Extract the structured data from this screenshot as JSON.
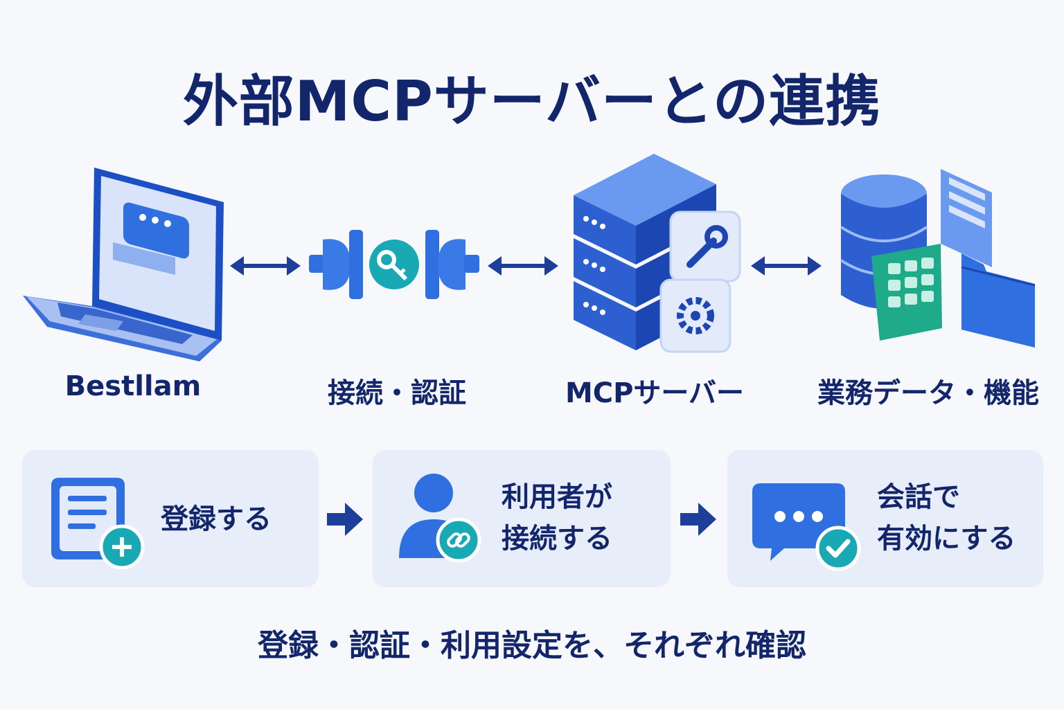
{
  "title": "外部MCPサーバーとの連携",
  "nodes": [
    {
      "label": "Bestllam",
      "icon": "laptop-chat-icon"
    },
    {
      "label": "接続・認証",
      "icon": "plug-key-icon"
    },
    {
      "label": "MCPサーバー",
      "icon": "server-tools-icon"
    },
    {
      "label": "業務データ・機能",
      "icon": "database-docs-icon"
    }
  ],
  "steps": [
    {
      "text": "登録する",
      "icon": "document-add-icon"
    },
    {
      "text": "利用者が\n接続する",
      "icon": "user-link-icon"
    },
    {
      "text": "会話で\n有効にする",
      "icon": "chat-check-icon"
    }
  ],
  "footer": "登録・認証・利用設定を、それぞれ確認",
  "colors": {
    "navy": "#13266b",
    "blue": "#2f6fe0",
    "light_blue": "#e8eef9",
    "teal": "#18a9b5",
    "green": "#1faa8a"
  }
}
